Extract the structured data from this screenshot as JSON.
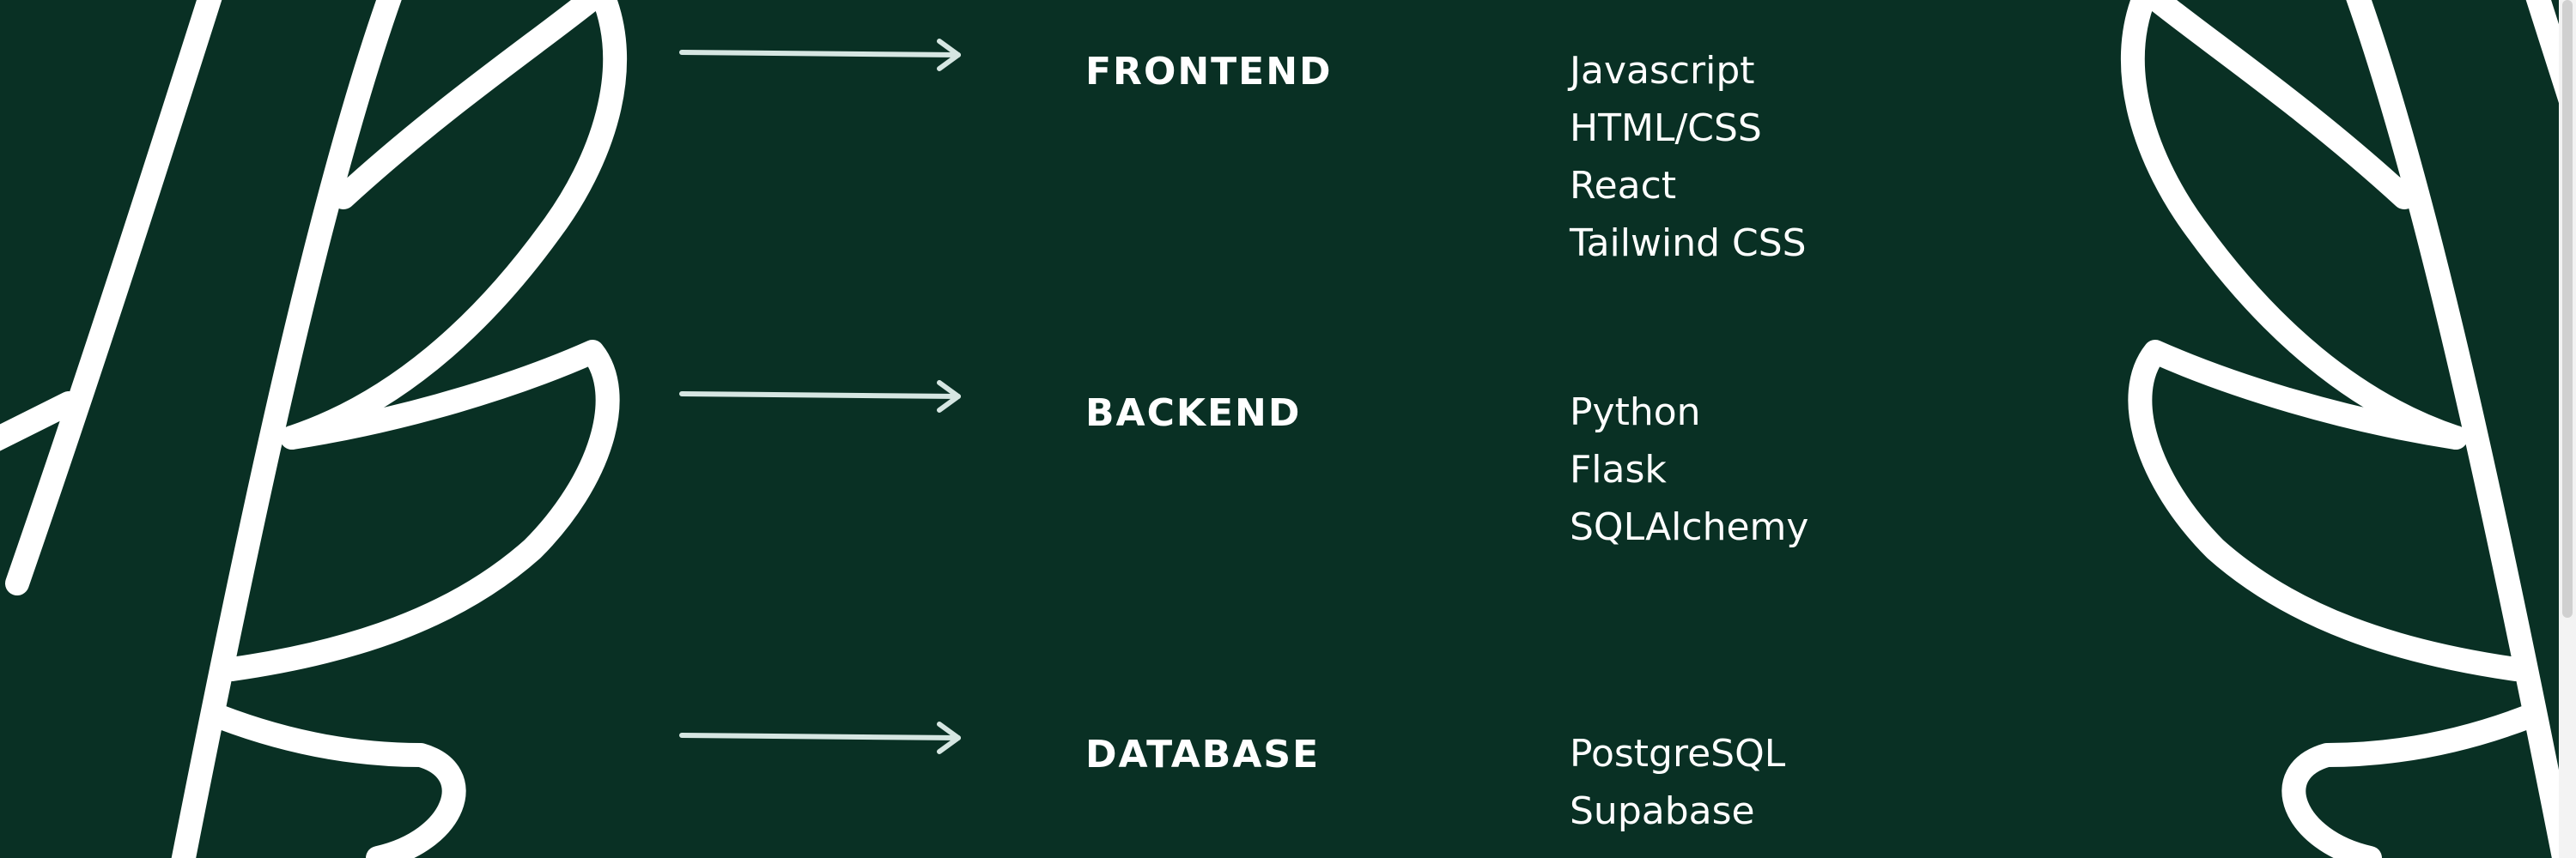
{
  "sections": [
    {
      "heading": "FRONTEND",
      "items": [
        "Javascript",
        "HTML/CSS",
        "React",
        "Tailwind CSS"
      ]
    },
    {
      "heading": "BACKEND",
      "items": [
        "Python",
        "Flask",
        "SQLAlchemy"
      ]
    },
    {
      "heading": "DATABASE",
      "items": [
        "PostgreSQL",
        "Supabase"
      ]
    }
  ],
  "icons": {
    "arrow": "arrow-right-icon",
    "decoration": "leaf-outline-icon"
  },
  "colors": {
    "background": "#093024",
    "foreground": "#ffffff",
    "arrow": "#d6e6e2"
  }
}
